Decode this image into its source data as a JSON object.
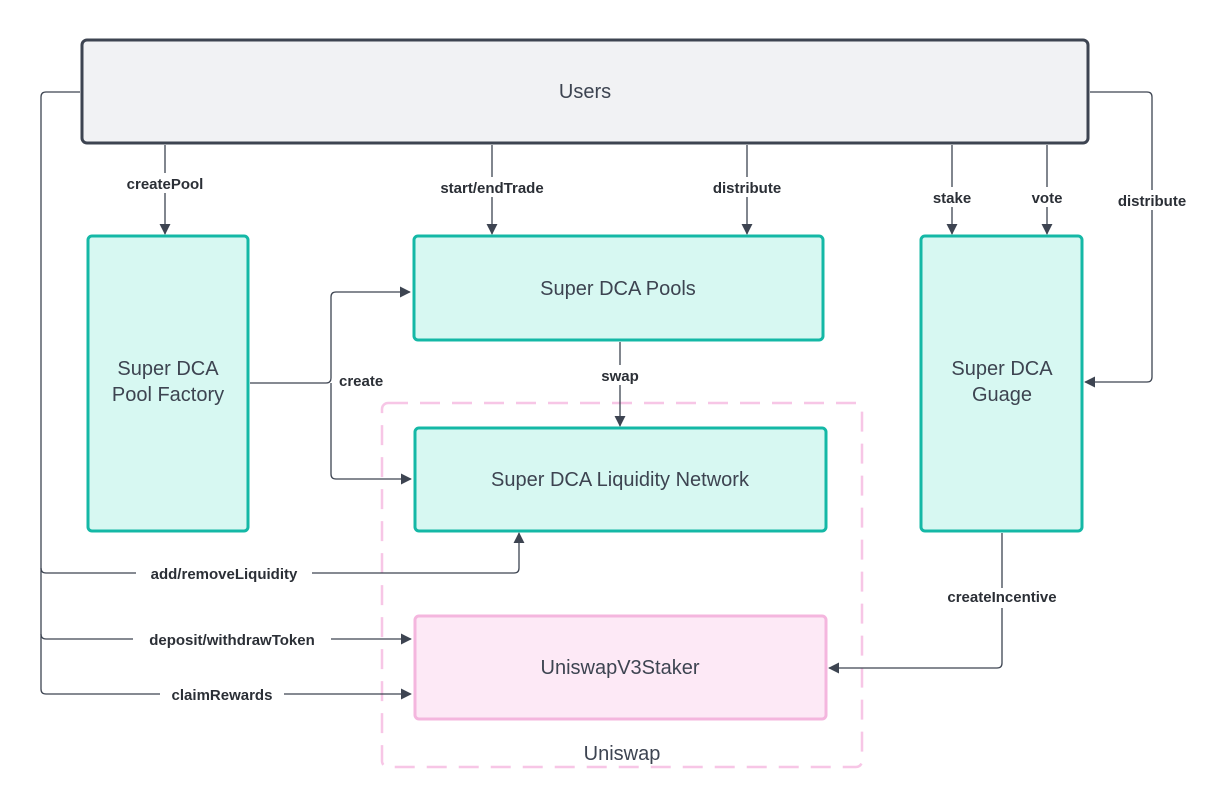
{
  "colors": {
    "users_fill": "#f1f2f4",
    "users_stroke": "#3d4451",
    "teal_fill": "#d7f8f2",
    "teal_stroke": "#14b8a6",
    "pink_fill": "#fde9f6",
    "pink_stroke": "#f4b6de",
    "group_stroke": "#f7c6e6",
    "edge": "#3d4451"
  },
  "nodes": {
    "users": "Users",
    "pool_factory": [
      "Super DCA",
      "Pool Factory"
    ],
    "pools": "Super DCA Pools",
    "liquidity_network": "Super DCA Liquidity Network",
    "gauge": [
      "Super DCA",
      "Guage"
    ],
    "staker": "UniswapV3Staker"
  },
  "groups": {
    "uniswap": "Uniswap"
  },
  "edges": {
    "create_pool": "createPool",
    "start_end_trade": "start/endTrade",
    "distribute_pools": "distribute",
    "stake": "stake",
    "vote": "vote",
    "distribute_gauge": "distribute",
    "create": "create",
    "swap": "swap",
    "add_remove_liquidity": "add/removeLiquidity",
    "deposit_withdraw_token": "deposit/withdrawToken",
    "claim_rewards": "claimRewards",
    "create_incentive": "createIncentive"
  }
}
